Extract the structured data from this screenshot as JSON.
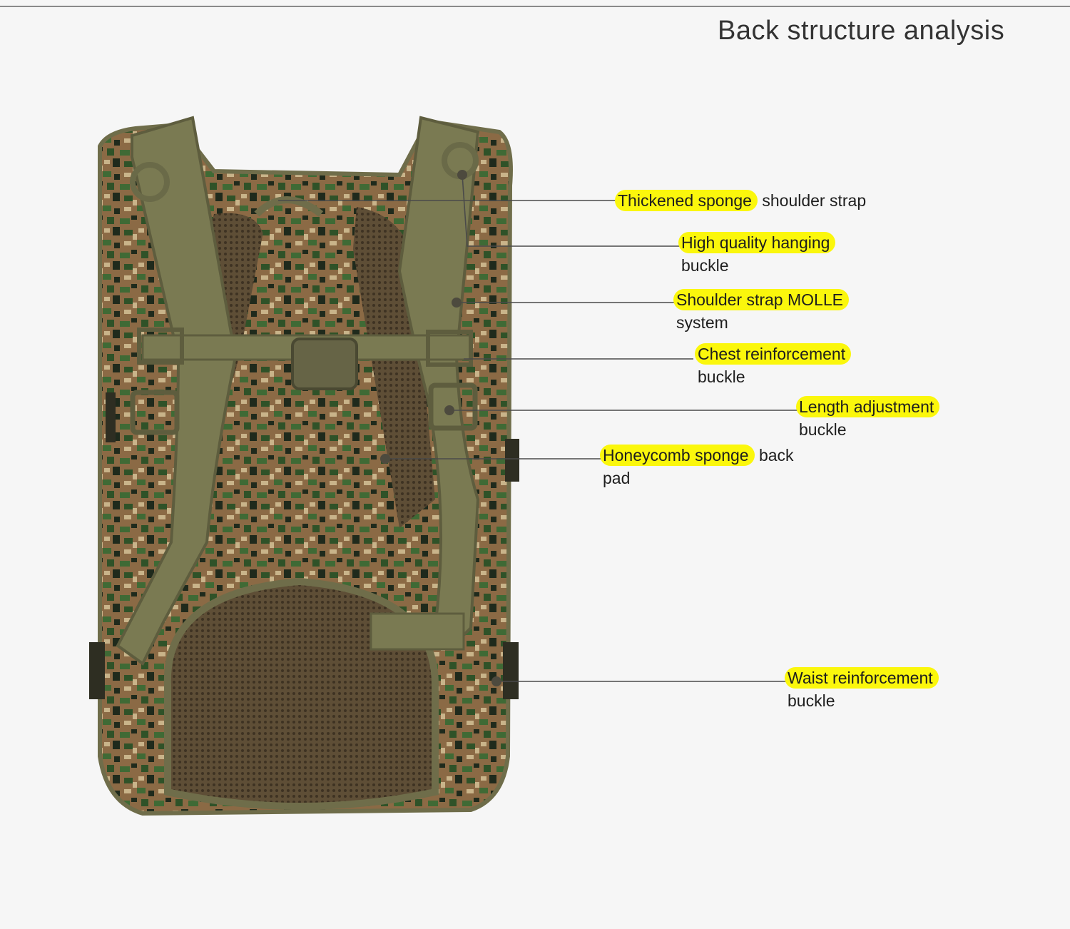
{
  "title": "Back structure analysis",
  "callouts": [
    {
      "highlight": "Thickened sponge",
      "rest": " shoulder strap",
      "line2": ""
    },
    {
      "highlight": "High quality hanging",
      "rest": "",
      "line2": "buckle"
    },
    {
      "highlight": "Shoulder strap MOLLE",
      "rest": "",
      "line2": "system"
    },
    {
      "highlight": "Chest reinforcement",
      "rest": "",
      "line2": "buckle"
    },
    {
      "highlight": "Length adjustment",
      "rest": "",
      "line2": "buckle"
    },
    {
      "highlight": "Honeycomb sponge",
      "rest": " back",
      "line2": "pad"
    },
    {
      "highlight": "Waist reinforcement",
      "rest": "",
      "line2": "buckle"
    }
  ],
  "colors": {
    "highlight": "#fbf70c",
    "camo_brown": "#8b6a45",
    "camo_green": "#3f6a35",
    "strap_olive": "#7a7a52",
    "mesh": "#5a4a32"
  }
}
